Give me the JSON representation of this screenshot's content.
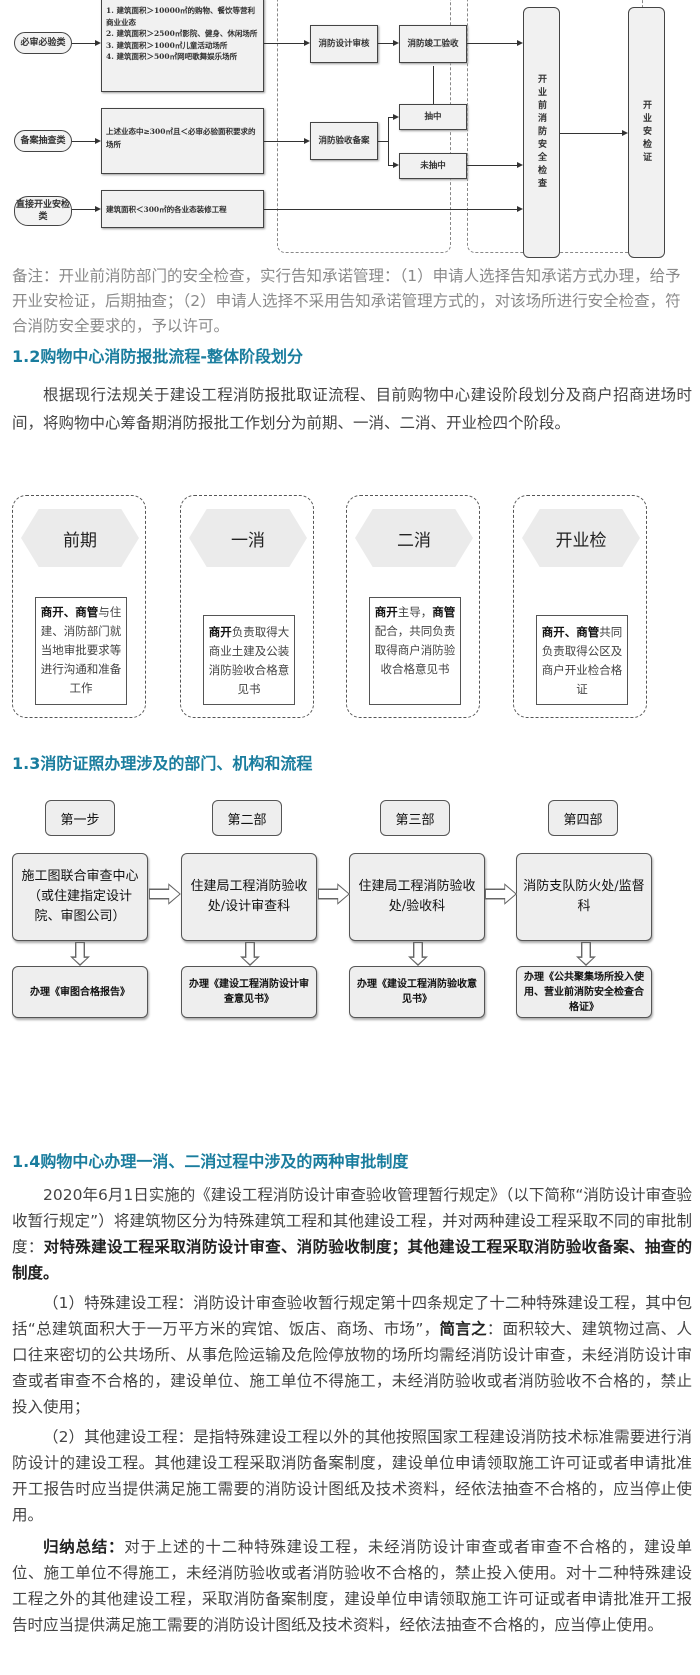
{
  "diagram1": {
    "categories": [
      "必审必验类",
      "备案抽查类",
      "直接开业安检类"
    ],
    "criteria": [
      "1. 建筑面积＞10000㎡的购物、餐饮等营利商业业态\n2. 建筑面积＞2500㎡影院、健身、休闲场所\n3. 建筑面积＞1000㎡儿童活动场所\n4. 建筑面积＞500㎡网吧歌舞娱乐场所",
      "上述业态中≥300㎡且＜必审必验面积要求的场所",
      "建筑面积＜300㎡的各业态装修工程"
    ],
    "design_review": "消防设计审核",
    "completion_acceptance": "消防竣工验收",
    "acceptance_filing": "消防验收备案",
    "selected": "抽中",
    "not_selected": "未抽中",
    "pre_opening_check": "开业前消防安全检查",
    "opening_certificate": "开业安检证"
  },
  "note": "备注：开业前消防部门的安全检查，实行告知承诺管理：（1）申请人选择告知承诺方式办理，给予开业安检证，后期抽查；（2）申请人选择不采用告知承诺管理方式的，对该场所进行安全检查，符合消防安全要求的，予以许可。",
  "sec12": {
    "title": "1.2购物中心消防报批流程-整体阶段划分",
    "para": "根据现行法规关于建设工程消防报批取证流程、目前购物中心建设阶段划分及商户招商进场时间，将购物中心筹备期消防报批工作划分为前期、一消、二消、开业检四个阶段。",
    "stages": [
      {
        "name": "前期",
        "bold": "商开、商管",
        "text": "与住建、消防部门就当地审批要求等进行沟通和准备工作"
      },
      {
        "name": "一消",
        "bold": "商开",
        "text": "负责取得大商业土建及公装消防验收合格意见书"
      },
      {
        "name": "二消",
        "bold": "商开",
        "text": "主导，",
        "bold2": "商管",
        "text2": "配合，共同负责取得商户消防验收合格意见书"
      },
      {
        "name": "开业检",
        "bold": "商开、商管",
        "text": "共同负责取得公区及商户开业检合格证"
      }
    ]
  },
  "sec13": {
    "title": "1.3消防证照办理涉及的部门、机构和流程",
    "steps": [
      {
        "step": "第一步",
        "dept": "施工图联合审查中心（或住建指定设计院、审图公司）",
        "result": "办理《审图合格报告》"
      },
      {
        "step": "第二部",
        "dept": "住建局工程消防验收处/设计审查科",
        "result": "办理《建设工程消防设计审查意见书》"
      },
      {
        "step": "第三部",
        "dept": "住建局工程消防验收处/验收科",
        "result": "办理《建设工程消防验收意见书》"
      },
      {
        "step": "第四部",
        "dept": "消防支队防火处/监督科",
        "result": "办理《公共聚集场所投入使用、营业前消防安全检查合格证》"
      }
    ]
  },
  "sec14": {
    "title": "1.4购物中心办理一消、二消过程中涉及的两种审批制度",
    "p1a": "2020年6月1日实施的《建设工程消防设计审查验收管理暂行规定》（以下简称“消防设计审查验收暂行规定”）将建筑物区分为特殊建筑工程和其他建设工程，并对两种建设工程采取不同的审批制度：",
    "p1b": "对特殊建设工程采取消防设计审查、消防验收制度；其他建设工程采取消防验收备案、抽查的制度。",
    "p2a": "（1）特殊建设工程：消防设计审查验收暂行规定第十四条规定了十二种特殊建设工程，其中包括“总建筑面积大于一万平方米的宾馆、饭店、商场、市场”，",
    "p2b": "简言之",
    "p2c": "：面积较大、建筑物过高、人口往来密切的公共场所、从事危险运输及危险停放物的场所均需经消防设计审查，未经消防设计审查或者审查不合格的，建设单位、施工单位不得施工，未经消防验收或者消防验收不合格的，禁止投入使用；",
    "p3": "（2）其他建设工程：是指特殊建设工程以外的其他按照国家工程建设消防技术标准需要进行消防设计的建设工程。其他建设工程采取消防备案制度，建设单位申请领取施工许可证或者申请批准开工报告时应当提供满足施工需要的消防设计图纸及技术资料，经依法抽查不合格的，应当停止使用。",
    "p4a": "归纳总结：",
    "p4b": "对于上述的十二种特殊建设工程，未经消防设计审查或者审查不合格的，建设单位、施工单位不得施工，未经消防验收或者消防验收不合格的，禁止投入使用。对十二种特殊建设工程之外的其他建设工程，采取消防备案制度，建设单位申请领取施工许可证或者申请批准开工报告时应当提供满足施工需要的消防设计图纸及技术资料，经依法抽查不合格的，应当停止使用。"
  }
}
